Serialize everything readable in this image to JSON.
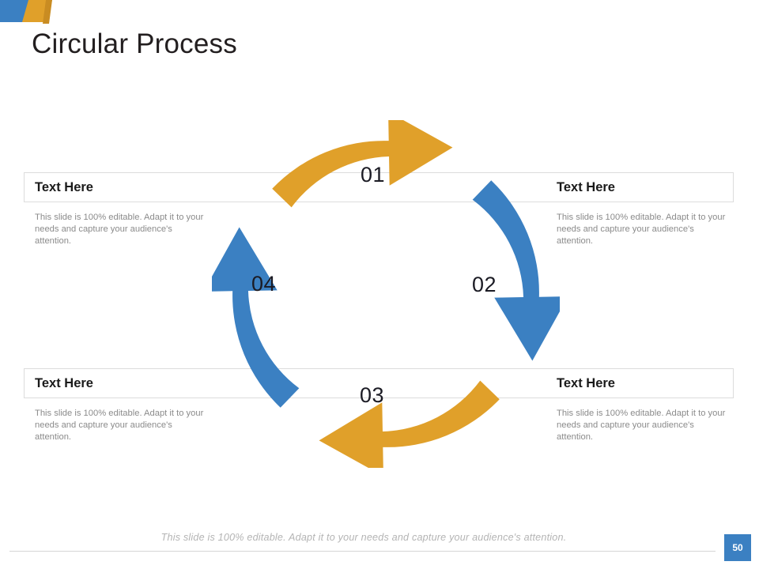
{
  "slide": {
    "title": "Circular Process",
    "page_number": "50",
    "footer_note": "This slide is 100% editable. Adapt it to your needs and capture your audience's attention."
  },
  "theme": {
    "orange": "#e0a02a",
    "blue": "#3b80c2",
    "title_color": "#231f20",
    "body_color": "#8b8b8b",
    "border_color": "#dcdcdc"
  },
  "logo": {
    "name": "corner-logo",
    "blue": "#3b80c2",
    "orange": "#e0a02a"
  },
  "panels": [
    {
      "id": "top-left",
      "heading": "Text Here",
      "body": "This slide is 100% editable. Adapt it to your needs and capture your audience's attention."
    },
    {
      "id": "top-right",
      "heading": "Text Here",
      "body": "This slide is 100% editable. Adapt it to your needs and capture your audience's attention."
    },
    {
      "id": "bottom-left",
      "heading": "Text Here",
      "body": "This slide is 100% editable. Adapt it to your needs and capture your audience's attention."
    },
    {
      "id": "bottom-right",
      "heading": "Text Here",
      "body": "This slide is 100% editable. Adapt it to your needs and capture your audience's attention."
    }
  ],
  "diagram": {
    "type": "circular-process",
    "direction": "clockwise",
    "segments": [
      {
        "number": "01",
        "color": "#e0a02a",
        "position": "top",
        "points_to": "right"
      },
      {
        "number": "02",
        "color": "#3b80c2",
        "position": "right",
        "points_to": "bottom"
      },
      {
        "number": "03",
        "color": "#e0a02a",
        "position": "bottom",
        "points_to": "left"
      },
      {
        "number": "04",
        "color": "#3b80c2",
        "position": "left",
        "points_to": "top"
      }
    ]
  }
}
